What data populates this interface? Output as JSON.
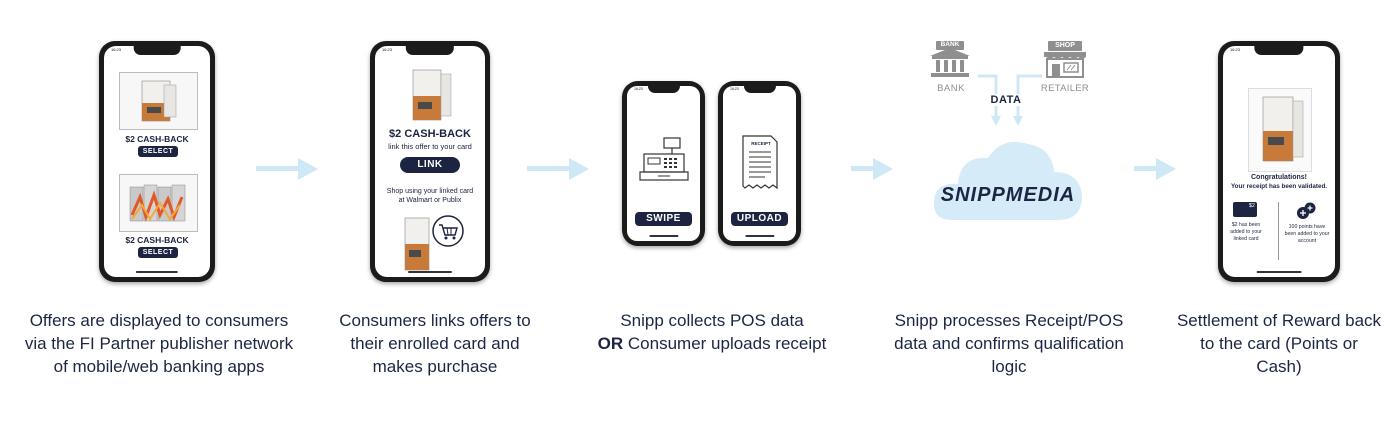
{
  "steps": [
    {
      "status_time": "16:23",
      "offer1_label": "$2 CASH-BACK",
      "offer1_button": "SELECT",
      "offer2_label": "$2 CASH-BACK",
      "offer2_button": "SELECT",
      "caption": "Offers are displayed to consumers via the FI Partner publisher network of mobile/web banking apps"
    },
    {
      "status_time": "16:23",
      "title": "$2 CASH-BACK",
      "subtitle": "link this offer to your card",
      "button": "LINK",
      "shop_text": "Shop using your linked card at Walmart or Publix",
      "caption": "Consumers links offers to their enrolled card and makes purchase"
    },
    {
      "status_time_left": "16:23",
      "status_time_right": "16:23",
      "swipe_button": "SWIPE",
      "upload_button": "UPLOAD",
      "receipt_label": "RECEIPT",
      "caption_pre": "Snipp collects POS data",
      "caption_bold": "OR",
      "caption_post": "Consumer uploads receipt"
    },
    {
      "bank_sign": "BANK",
      "bank_label": "BANK",
      "shop_sign": "SHOP",
      "retailer_label": "RETAILER",
      "data_label": "DATA",
      "logo_text": "SNIPPMEDIA",
      "caption": "Snipp processes Receipt/POS data and confirms qualification logic"
    },
    {
      "status_time": "16:23",
      "congrats_title": "Congratulations!",
      "congrats_sub": "Your receipt has been validated.",
      "card_value": "$2",
      "cash_text": "$2 has been added to your linked card",
      "points_text": "100 points have been added to your account",
      "caption": "Settlement of Reward back to the card (Points or Cash)"
    }
  ],
  "colors": {
    "navy": "#1d2442",
    "arrow": "#cfe8f6",
    "cloud": "#d6ebf8",
    "gray": "#8f8f8f"
  }
}
